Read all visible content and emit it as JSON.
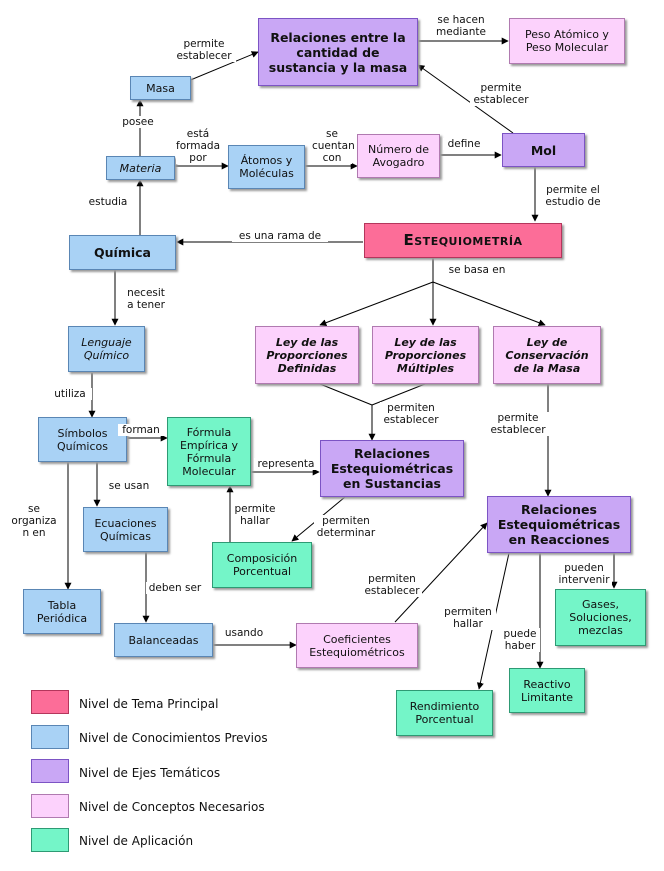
{
  "nodes": {
    "relaciones": "Relaciones entre la\ncantidad de\nsustancia y la masa",
    "peso": "Peso Atómico y\nPeso Molecular",
    "masa": "Masa",
    "materia": "Materia",
    "atomos": "Átomos y\nMoléculas",
    "avogadro": "Número de\nAvogadro",
    "mol": "Mol",
    "quimica": "Química",
    "esteq": "Estequiometría",
    "lenguaje": "Lenguaje\nQuímico",
    "ley_def": "Ley de las\nProporciones\nDefinidas",
    "ley_mult": "Ley de las\nProporciones\nMúltiples",
    "ley_cons": "Ley de\nConservación\nde la Masa",
    "simbolos": "Símbolos\nQuímicos",
    "formula": "Fórmula\nEmpírica y\nFórmula\nMolecular",
    "rel_sust": "Relaciones\nEstequiométricas\nen Sustancias",
    "ecuaciones": "Ecuaciones\nQuímicas",
    "composicion": "Composición\nPorcentual",
    "rel_reac": "Relaciones\nEstequiométricas\nen Reacciones",
    "tabla": "Tabla\nPeriódica",
    "balanceadas": "Balanceadas",
    "coeficientes": "Coeficientes\nEstequiométricos",
    "gases": "Gases,\nSoluciones,\nmezclas",
    "reactivo": "Reactivo\nLimitante",
    "rendimiento": "Rendimiento\nPorcentual"
  },
  "links": {
    "se_hacen": "se hacen\nmediante",
    "permite_est_masa": "permite\nestablecer",
    "posee": "posee",
    "esta_formada": "está\nformada\npor",
    "se_cuentan": "se\ncuentan\ncon",
    "define": "define",
    "permite_est_mol": "permite\nestablecer",
    "permite_estudio": "permite el\nestudio de",
    "estudia": "estudia",
    "rama": "es una rama de",
    "se_basa": "se basa en",
    "necesita": "necesit\na tener",
    "utiliza": "utiliza",
    "permiten_est": "permiten\nestablecer",
    "permite_est_cons": "permite\nestablecer",
    "forman": "forman",
    "representa": "representa",
    "se_usan": "se usan",
    "permite_hallar": "permite\nhallar",
    "permiten_det": "permiten\ndeterminar",
    "se_organiza": "se\norganiza\nn en",
    "deben_ser": "deben ser",
    "usando": "usando",
    "permiten_est_coef": "permiten\nestablecer",
    "pueden_intervenir": "pueden\nintervenir",
    "permiten_hallar": "permiten\nhallar",
    "puede_haber": "puede\nhaber"
  },
  "legend": [
    {
      "label": "Nivel de Tema Principal",
      "color": "#fc6d98"
    },
    {
      "label": "Nivel de Conocimientos Previos",
      "color": "#a9d2f5"
    },
    {
      "label": "Nivel de Ejes Temáticos",
      "color": "#c9a7f5"
    },
    {
      "label": "Nivel de Conceptos Necesarios",
      "color": "#fcd2fc"
    },
    {
      "label": "Nivel de Aplicación",
      "color": "#74f5c8"
    }
  ]
}
